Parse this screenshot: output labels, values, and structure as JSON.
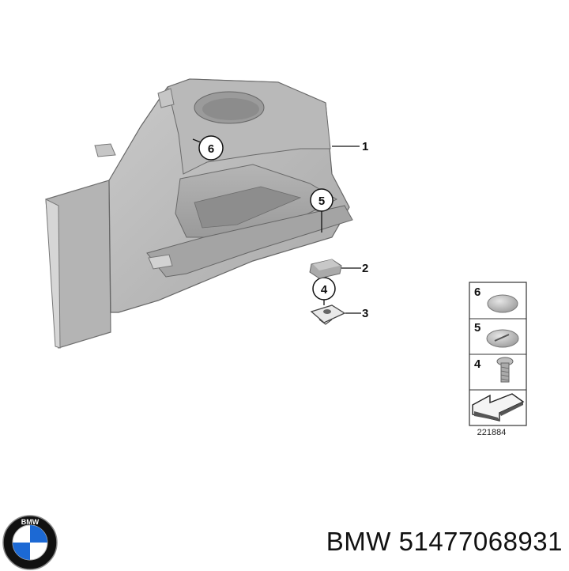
{
  "diagram": {
    "callouts": [
      {
        "id": "1",
        "label": "1"
      },
      {
        "id": "2",
        "label": "2"
      },
      {
        "id": "3",
        "label": "3"
      },
      {
        "id": "4",
        "label": "4"
      },
      {
        "id": "5",
        "label": "5"
      },
      {
        "id": "6",
        "label": "6"
      }
    ],
    "legend": [
      {
        "label": "6",
        "icon": "cap-icon"
      },
      {
        "label": "5",
        "icon": "slotted-cap-icon"
      },
      {
        "label": "4",
        "icon": "screw-icon"
      },
      {
        "label": "",
        "icon": "arrow-icon"
      }
    ],
    "reference_number": "221884"
  },
  "logo": {
    "text": "BMW",
    "icon": "bmw-roundel-logo",
    "colors": {
      "blue": "#1c69d4",
      "ring": "#111111"
    }
  },
  "caption": {
    "text": "BMW 51477068931"
  }
}
